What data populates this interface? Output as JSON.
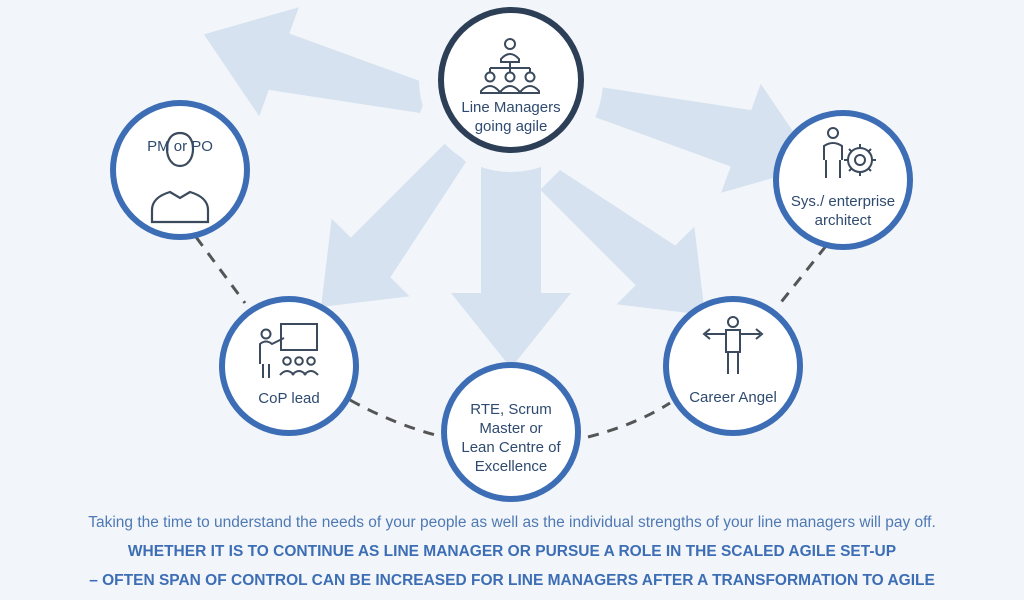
{
  "diagram": {
    "center": {
      "label": "Line Managers going agile",
      "icon": "org-chart-icon"
    },
    "nodes": [
      {
        "id": "pm-po",
        "label": "PM or PO",
        "icon": "person-icon"
      },
      {
        "id": "architect",
        "label": "Sys./ enterprise architect",
        "icon": "person-gear-icon"
      },
      {
        "id": "cop-lead",
        "label": "CoP lead",
        "icon": "presenter-icon"
      },
      {
        "id": "rte",
        "label": "RTE, Scrum Master or Lean Centre of Excellence",
        "icon": "none"
      },
      {
        "id": "career-angel",
        "label": "Career Angel",
        "icon": "crossroads-person-icon"
      }
    ],
    "colors": {
      "ring": "#3d6eb5",
      "center_ring": "#2d3f56",
      "arrows": "#d6e2ef",
      "text": "#2f4a6f",
      "dashes": "#555555"
    }
  },
  "captions": {
    "main": "Taking the time to understand the needs of your people as well as the individual strengths of your line managers will pay off.",
    "bold_line_1": "WHETHER IT IS TO CONTINUE AS LINE MANAGER OR PURSUE A ROLE IN THE SCALED AGILE SET-UP",
    "bold_line_2": "– OFTEN SPAN OF CONTROL CAN BE INCREASED FOR LINE MANAGERS AFTER A TRANSFORMATION TO AGILE"
  }
}
